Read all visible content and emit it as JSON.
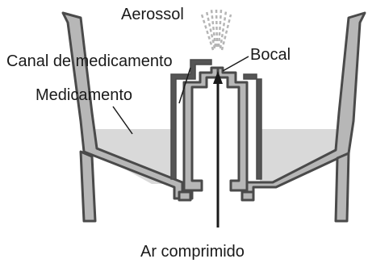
{
  "diagram": {
    "labels": {
      "aerosol": "Aerossol",
      "nozzle": "Bocal",
      "medication_channel": "Canal de medicamento",
      "medication": "Medicamento",
      "compressed_air": "Ar comprimido"
    },
    "colors": {
      "outline": "#4a4a4a",
      "wall_fill": "#b7b7b7",
      "medication_fill": "#d9d9d9",
      "channel_dark": "#555555",
      "spray": "#b5b5b5",
      "text": "#1a1a1a"
    }
  }
}
